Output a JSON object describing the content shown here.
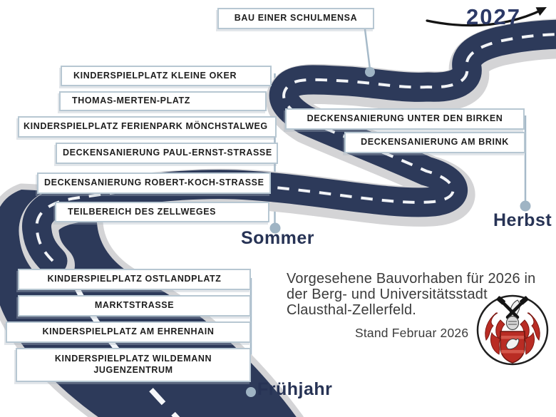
{
  "header": {
    "year": "2027"
  },
  "roadmap": {
    "schulmensa": "BAU EINER SCHULMENSA",
    "left": [
      "KINDERSPIELPLATZ KLEINE OKER",
      "THOMAS-MERTEN-PLATZ",
      "KINDERSPIELPLATZ FERIENPARK MÖNCHSTALWEG",
      "DECKENSANIERUNG PAUL-ERNST-STRASSE",
      "DECKENSANIERUNG ROBERT-KOCH-STRASSE",
      "TEILBEREICH DES ZELLWEGES"
    ],
    "right": [
      "DECKENSANIERUNG UNTER DEN BIRKEN",
      "DECKENSANIERUNG AM BRINK"
    ],
    "bottom": [
      "KINDERSPIELPLATZ OSTLANDPLATZ",
      "MARKTSTRASSE",
      "KINDERSPIELPLATZ AM EHRENHAIN",
      "KINDERSPIELPLATZ WILDEMANN JUGENZENTRUM"
    ],
    "seasons": {
      "spring": "Frühjahr",
      "summer": "Sommer",
      "autumn": "Herbst"
    }
  },
  "caption": {
    "line1": "Vorgesehene Bauvorhaben für 2026 in",
    "line2": "der Berg- und Universitätsstadt",
    "line3": "Clausthal-Zellerfeld.",
    "stand": "Stand Februar 2026"
  },
  "icons": {
    "crest": "clausthal-zellerfeld-coat-of-arms"
  },
  "colors": {
    "road": "#2d3a5a",
    "road_casing": "#d4d4d6",
    "box_border": "#b7c7d2",
    "callout": "#9fb4c4",
    "accent_navy": "#273355",
    "crest_red": "#b92c24"
  }
}
